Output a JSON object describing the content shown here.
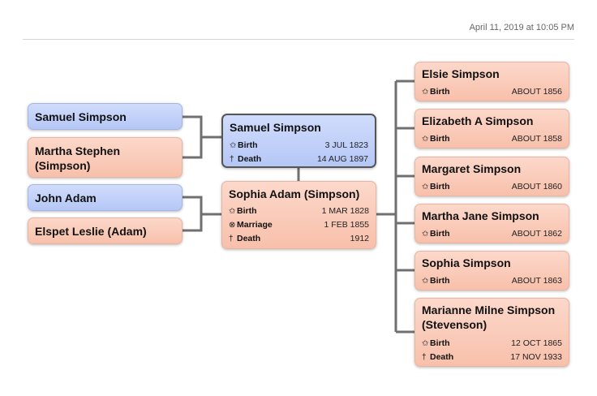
{
  "header": {
    "timestamp": "April 11, 2019 at 10:05 PM"
  },
  "labels": {
    "birth": "Birth",
    "death": "Death",
    "marriage": "Marriage"
  },
  "icons": {
    "birth": "star-icon",
    "death": "cross-icon",
    "marriage": "rings-icon"
  },
  "colors": {
    "female": "#f8c0ab",
    "male": "#b5c7f6",
    "connector": "#707070"
  },
  "grandparents": [
    {
      "name": "Samuel Simpson",
      "sex": "male"
    },
    {
      "name": "Martha Stephen (Simpson)",
      "sex": "female"
    },
    {
      "name": "John Adam",
      "sex": "male"
    },
    {
      "name": "Elspet Leslie (Adam)",
      "sex": "female"
    }
  ],
  "father": {
    "name": "Samuel Simpson",
    "birth": "3 JUL 1823",
    "death": "14 AUG 1897"
  },
  "mother": {
    "name": "Sophia Adam (Simpson)",
    "birth": "1 MAR 1828",
    "marriage": "1 FEB 1855",
    "death": "1912"
  },
  "children": [
    {
      "name": "Elsie Simpson",
      "birth": "ABOUT 1856"
    },
    {
      "name": "Elizabeth A Simpson",
      "birth": "ABOUT 1858"
    },
    {
      "name": "Margaret Simpson",
      "birth": "ABOUT 1860"
    },
    {
      "name": "Martha Jane Simpson",
      "birth": "ABOUT 1862"
    },
    {
      "name": "Sophia Simpson",
      "birth": "ABOUT 1863"
    },
    {
      "name": "Marianne Milne Simpson (Stevenson)",
      "birth": "12 OCT 1865",
      "death": "17 NOV 1933"
    }
  ]
}
